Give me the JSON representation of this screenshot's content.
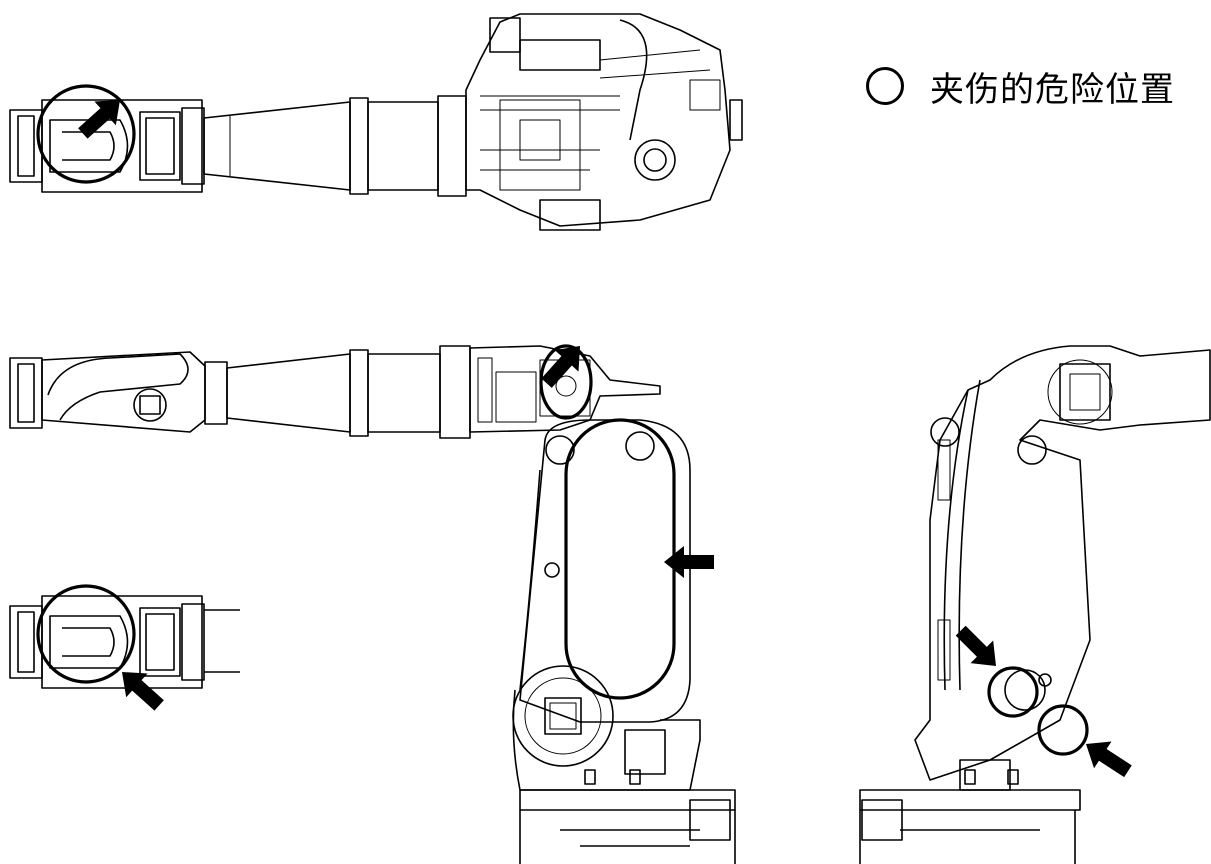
{
  "legend": {
    "label": "夹伤的危险位置"
  },
  "colors": {
    "line": "#000000",
    "background": "#ffffff"
  },
  "views": [
    "top-view-arm-extended",
    "side-view-arm-extended",
    "wrist-detail-view",
    "front-view-robot",
    "back-view-robot"
  ]
}
